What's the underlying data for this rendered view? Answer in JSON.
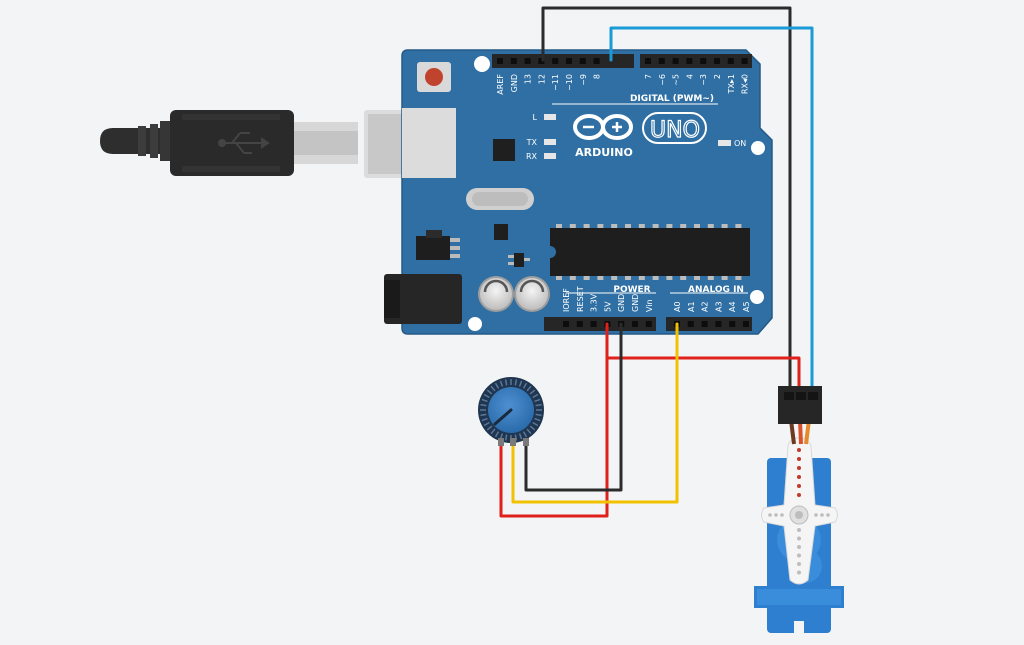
{
  "board": {
    "logo_text": "ARDUINO",
    "model_text": "UNO",
    "on_label": "ON",
    "led_l_label": "L",
    "led_tx_label": "TX",
    "led_rx_label": "RX",
    "digital_header_label": "DIGITAL (PWM~)",
    "power_header_label": "POWER",
    "analog_header_label": "ANALOG IN",
    "crystal_label": "",
    "digital_pins": [
      "AREF",
      "GND",
      "13",
      "12",
      "~11",
      "~10",
      "~9",
      "8",
      "7",
      "~6",
      "~5",
      "4",
      "~3",
      "2",
      "TX▸1",
      "RX◂0"
    ],
    "power_pins": [
      "IOREF",
      "RESET",
      "3.3V",
      "5V",
      "GND",
      "GND",
      "Vin"
    ],
    "analog_pins": [
      "A0",
      "A1",
      "A2",
      "A3",
      "A4",
      "A5"
    ]
  },
  "colors": {
    "board": "#2f6fa3",
    "board_edge": "#245a87",
    "wire_black": "#2b2b2b",
    "wire_blue": "#1a9ad6",
    "wire_red": "#e0201b",
    "wire_yellow": "#f2c200",
    "servo": "#2f7fd0",
    "background": "#f3f4f6"
  },
  "components": {
    "usb_cable": "usb-b-cable",
    "potentiometer": "rotary-potentiometer",
    "servo": "micro-servo"
  }
}
